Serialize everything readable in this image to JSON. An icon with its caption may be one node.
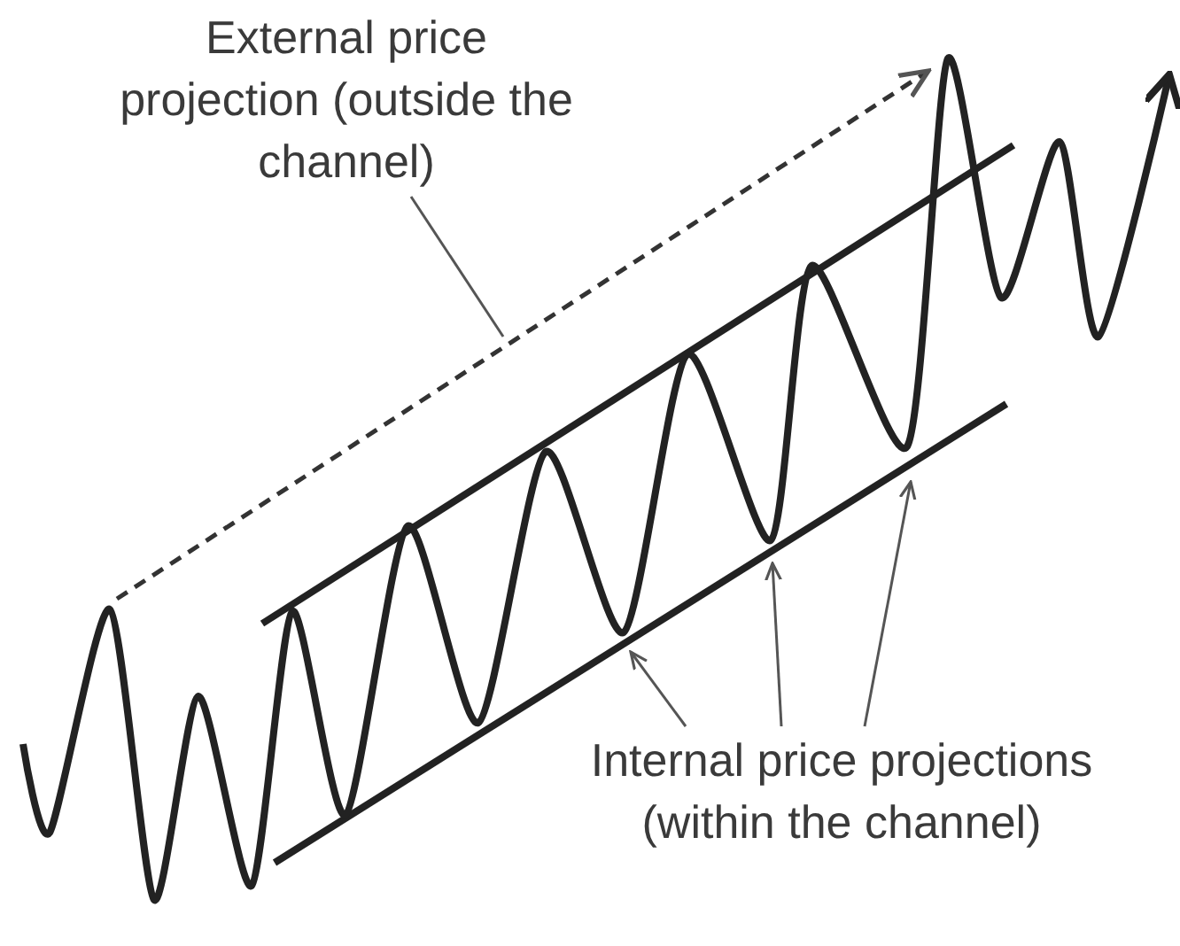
{
  "diagram": {
    "nodes": [
      {
        "text": [
          "External price projection (outside the channel)"
        ]
      },
      {
        "text": [
          "Internal price projections (within the channel)"
        ]
      }
    ],
    "edges": [
      {
        "from": 0,
        "to": null,
        "arrow": "none"
      },
      {
        "from": 1,
        "to": null,
        "arrow": "to"
      },
      {
        "from": 1,
        "to": null,
        "arrow": "to"
      },
      {
        "from": 1,
        "to": null,
        "arrow": "to"
      }
    ]
  }
}
